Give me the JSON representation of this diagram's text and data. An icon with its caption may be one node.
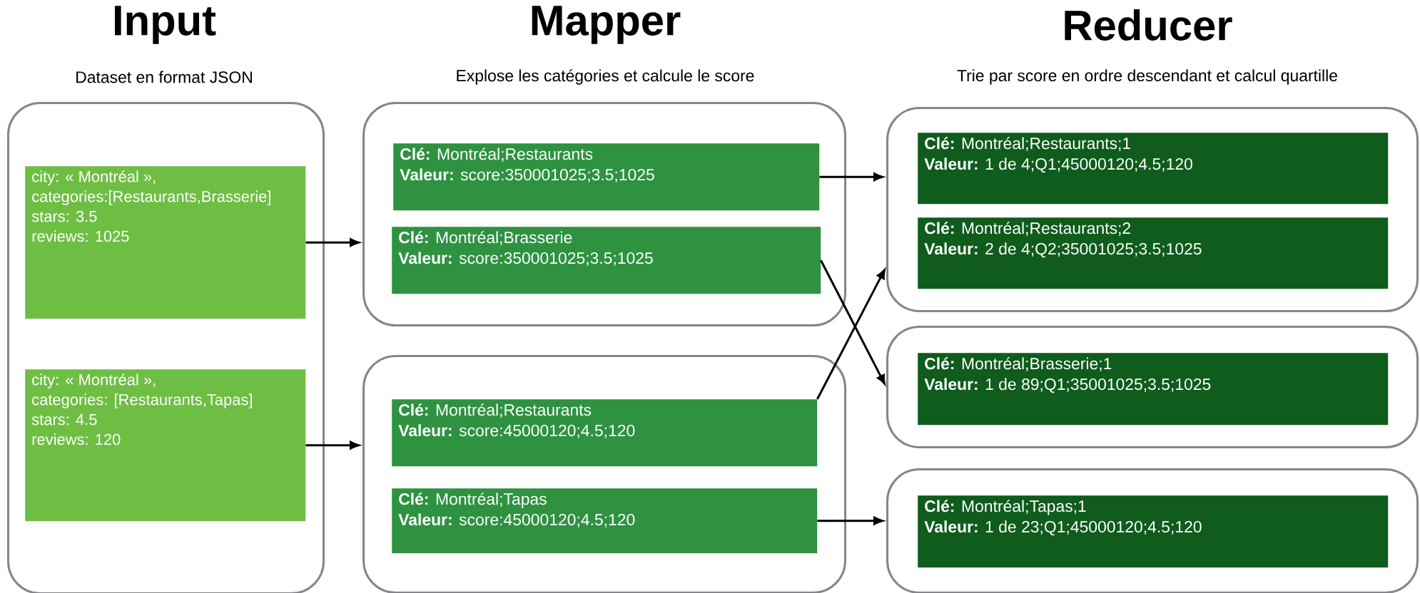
{
  "diagram": {
    "nodes": [
      {
        "text": [],
        "shape": "box"
      },
      {
        "text": [
          "city: « Montréal »,",
          "categories:[Restaurants,Brasserie]",
          "stars: 3.5",
          "reviews: 1025"
        ],
        "in": 0
      },
      {
        "text": [
          "city: « Montréal »,",
          "categories: [Restaurants,Tapas]",
          "stars: 4.5",
          "reviews: 120"
        ],
        "in": 0
      },
      {
        "text": [],
        "shape": "box"
      },
      {
        "text": [
          "**Clé:** Montréal;Restaurants",
          "**Valeur:** score:350001025;3.5;1025"
        ],
        "in": 3
      },
      {
        "text": [
          "**Clé:** Montréal;Brasserie",
          "**Valeur:** score:350001025;3.5;1025"
        ],
        "in": 3
      },
      {
        "text": [],
        "shape": "box"
      },
      {
        "text": [
          "**Clé:** Montréal;Restaurants",
          "**Valeur:** score:45000120;4.5;120"
        ],
        "in": 6
      },
      {
        "text": [
          "**Clé:** Montréal;Tapas",
          "**Valeur:** score:45000120;4.5;120"
        ],
        "in": 6
      },
      {
        "text": [],
        "shape": "box"
      },
      {
        "text": [
          "**Clé:** Montréal;Restaurants;1",
          "**Valeur:** 1 de 4;Q1;45000120;4.5;120"
        ],
        "in": 9
      },
      {
        "text": [
          "**Clé:** Montréal;Restaurants;2",
          "**Valeur:** 2 de 4;Q2;35001025;3.5;1025"
        ],
        "in": 9
      },
      {
        "text": [],
        "shape": "box"
      },
      {
        "text": [
          "**Clé:** Montréal;Brasserie;1",
          "**Valeur:** 1 de 89;Q1;35001025;3.5;1025"
        ],
        "in": 12
      },
      {
        "text": [],
        "shape": "box"
      },
      {
        "text": [
          "**Clé:** Montréal;Tapas;1",
          "**Valeur:** 1 de 23;Q1;45000120;4.5;120"
        ],
        "in": 14
      }
    ],
    "edges": [
      {
        "from": 1,
        "to": 3,
        "arrow": "to"
      },
      {
        "from": 2,
        "to": 6,
        "arrow": "to"
      },
      {
        "from": 4,
        "to": 9,
        "arrow": "to"
      },
      {
        "from": 5,
        "to": 12,
        "arrow": "to"
      },
      {
        "from": 7,
        "to": 9,
        "arrow": "to"
      },
      {
        "from": 8,
        "to": 14,
        "arrow": "to"
      }
    ],
    "labels": [
      "Input",
      "Dataset en format JSON",
      "Mapper",
      "Explose les catégories et calcule le score",
      "Reducer",
      "Trie par score en ordre descendant et calcul quartille"
    ]
  }
}
